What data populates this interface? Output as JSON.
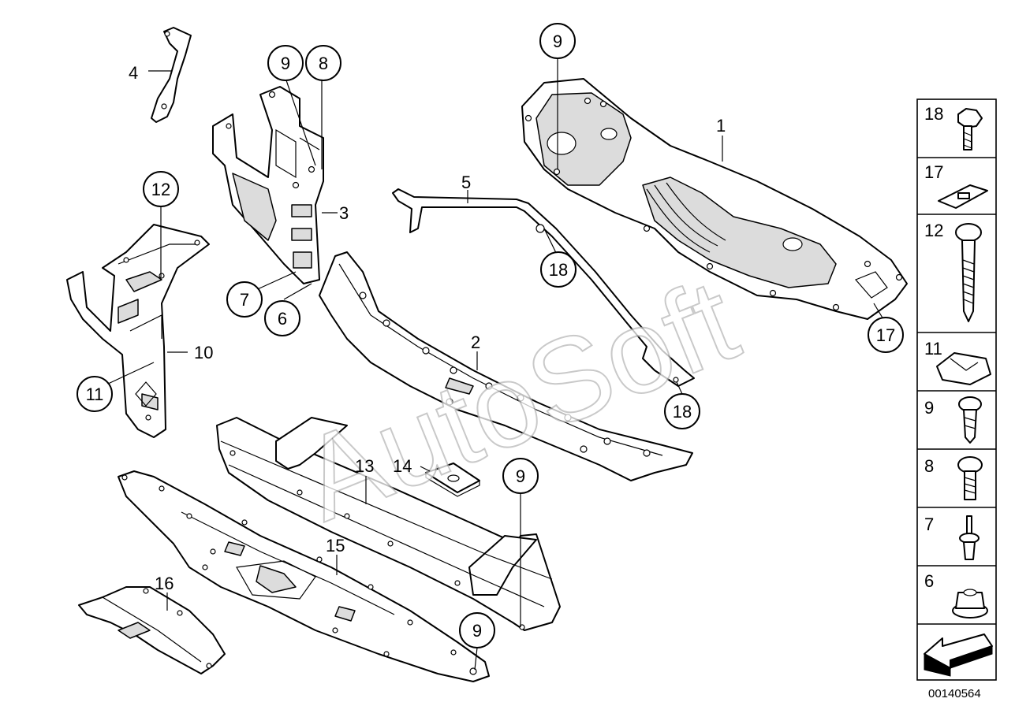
{
  "parts": [
    {
      "id": "1",
      "label": "1"
    },
    {
      "id": "2",
      "label": "2"
    },
    {
      "id": "3",
      "label": "3"
    },
    {
      "id": "4",
      "label": "4"
    },
    {
      "id": "5",
      "label": "5"
    },
    {
      "id": "6",
      "label": "6"
    },
    {
      "id": "7",
      "label": "7"
    },
    {
      "id": "8",
      "label": "8"
    },
    {
      "id": "9",
      "label": "9"
    },
    {
      "id": "10",
      "label": "10"
    },
    {
      "id": "11",
      "label": "11"
    },
    {
      "id": "12",
      "label": "12"
    },
    {
      "id": "13",
      "label": "13"
    },
    {
      "id": "14",
      "label": "14"
    },
    {
      "id": "15",
      "label": "15"
    },
    {
      "id": "16",
      "label": "16"
    },
    {
      "id": "17",
      "label": "17"
    },
    {
      "id": "18",
      "label": "18"
    }
  ],
  "sidebar": {
    "items": [
      "18",
      "17",
      "12",
      "11",
      "9",
      "8",
      "7",
      "6"
    ]
  },
  "watermark": "AutoSoft",
  "catalog_number": "00140564"
}
